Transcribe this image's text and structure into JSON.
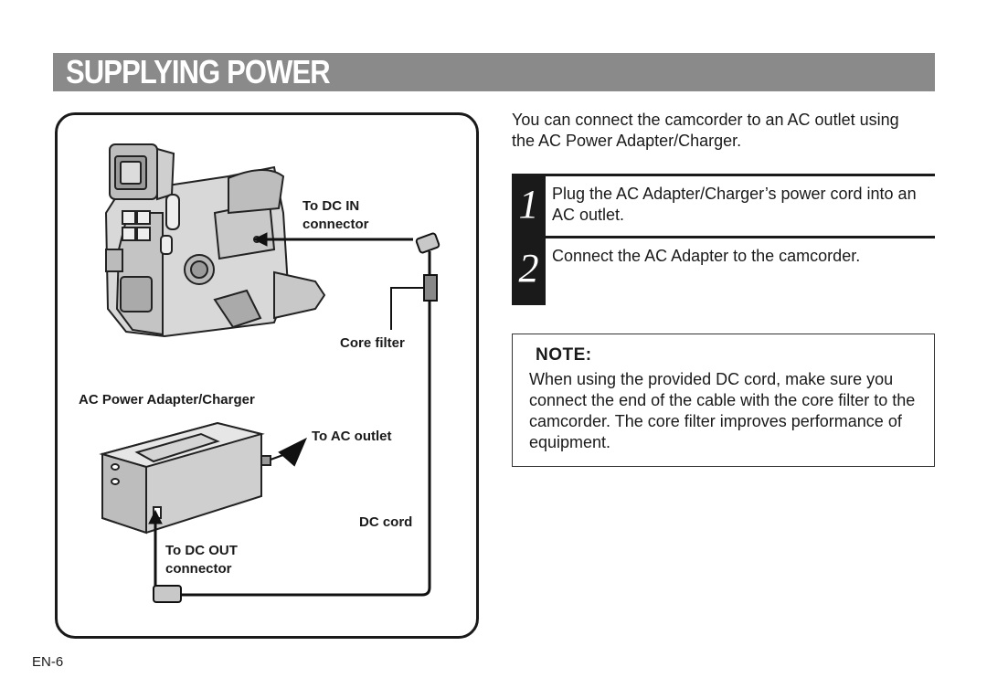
{
  "header": {
    "title": "SUPPLYING POWER"
  },
  "diagram": {
    "labels": {
      "dc_in": "To DC IN\nconnector",
      "core_filter": "Core filter",
      "adapter": "AC Power Adapter/Charger",
      "ac_outlet": "To AC outlet",
      "dc_cord": "DC cord",
      "dc_out": "To DC OUT\nconnector"
    }
  },
  "intro": "You can connect the camcorder to an AC outlet using the AC Power Adapter/Charger.",
  "steps": [
    {
      "number": "1",
      "text": "Plug the AC Adapter/Charger’s power cord into an AC outlet."
    },
    {
      "number": "2",
      "text": "Connect the AC Adapter to the camcorder."
    }
  ],
  "note": {
    "title": "NOTE:",
    "body": "When using the provided DC cord, make sure you connect the end of the cable with the core filter to the camcorder. The core filter improves performance of equipment."
  },
  "footer": {
    "page": "EN-6"
  }
}
